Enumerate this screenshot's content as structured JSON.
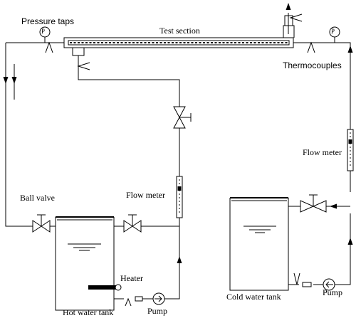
{
  "labels": {
    "pressure_taps": "Pressure taps",
    "test_section": "Test section",
    "thermocouples": "Thermocouples",
    "flow_meter_right": "Flow meter",
    "flow_meter_left": "Flow meter",
    "ball_valve": "Ball valve",
    "heater": "Heater",
    "hot_water_tank": "Hot water tank",
    "pump_left": "Pump",
    "cold_water_tank": "Cold water tank",
    "pump_right": "Pump",
    "gauge_symbol_left": "P",
    "gauge_symbol_right": "P"
  }
}
